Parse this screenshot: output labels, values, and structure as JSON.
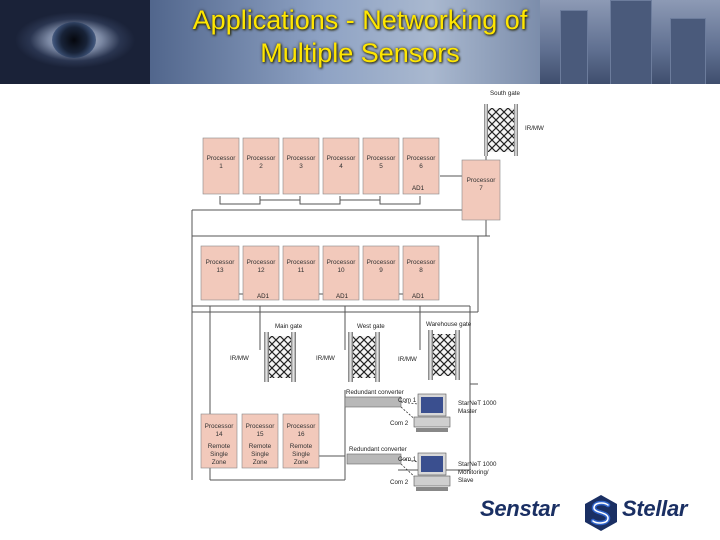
{
  "title": {
    "line1": "Applications - Networking of",
    "line2": "Multiple Sensors"
  },
  "diagram": {
    "processors_row1": [
      {
        "name": "Processor",
        "num": "1"
      },
      {
        "name": "Processor",
        "num": "2"
      },
      {
        "name": "Processor",
        "num": "3"
      },
      {
        "name": "Processor",
        "num": "4"
      },
      {
        "name": "Processor",
        "num": "5"
      },
      {
        "name": "Processor",
        "num": "6"
      }
    ],
    "processor_7": {
      "name": "Processor",
      "num": "7"
    },
    "processors_row2": [
      {
        "name": "Processor",
        "num": "13"
      },
      {
        "name": "Processor",
        "num": "12"
      },
      {
        "name": "Processor",
        "num": "11"
      },
      {
        "name": "Processor",
        "num": "10"
      },
      {
        "name": "Processor",
        "num": "9"
      },
      {
        "name": "Processor",
        "num": "8"
      }
    ],
    "processors_remote": [
      {
        "name": "Processor",
        "num": "14",
        "l1": "Remote",
        "l2": "Single",
        "l3": "Zone"
      },
      {
        "name": "Processor",
        "num": "15",
        "l1": "Remote",
        "l2": "Single",
        "l3": "Zone"
      },
      {
        "name": "Processor",
        "num": "16",
        "l1": "Remote",
        "l2": "Single",
        "l3": "Zone"
      }
    ],
    "ad1_label": "AD1",
    "south_gate": "South gate",
    "main_gate": "Main gate",
    "west_gate": "West gate",
    "warehouse_gate": "Warehouse gate",
    "irmw": "IR/MW",
    "redundant_converter": "Redundant converter",
    "com1": "Com 1",
    "com2": "Com 2",
    "master": {
      "l1": "StarNeT 1000",
      "l2": "Master"
    },
    "slave": {
      "l1": "StarNeT 1000",
      "l2": "Monitoring/",
      "l3": "Slave"
    }
  },
  "logo": {
    "left": "Senstar",
    "right": "Stellar"
  },
  "colors": {
    "title": "#ffe600",
    "processor_fill": "#f2c9bb",
    "logo": "#1a2f63",
    "logo_accent": "#2f62c9"
  }
}
